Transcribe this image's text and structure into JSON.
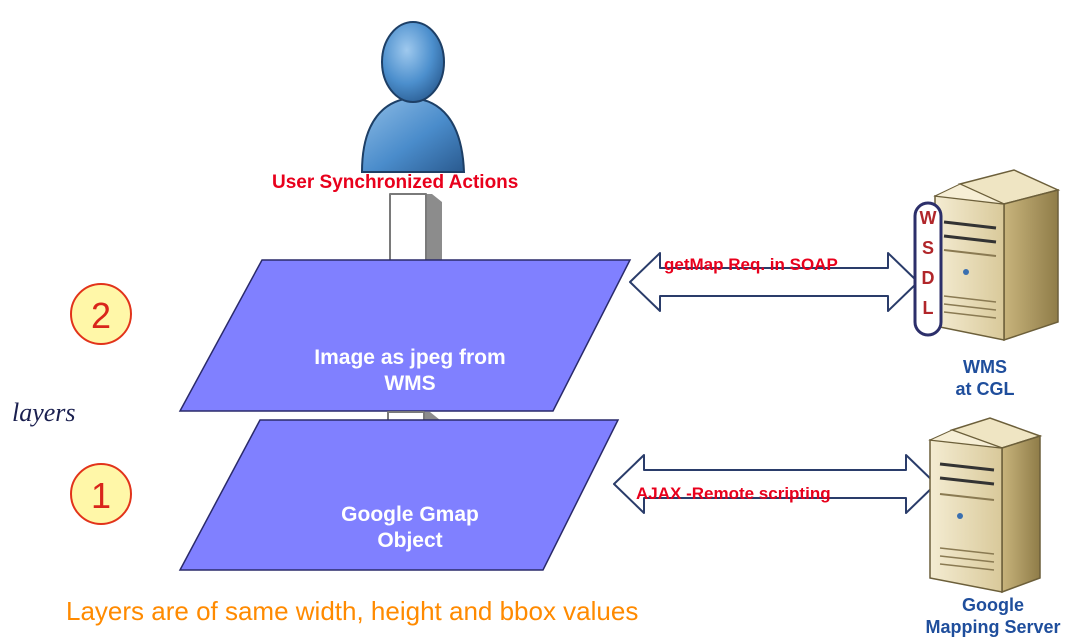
{
  "user": {
    "label": "User Synchronized Actions"
  },
  "layers": {
    "top": {
      "number": "2",
      "label": "Image as jpeg from WMS",
      "line1": "Image as jpeg from",
      "line2": "WMS"
    },
    "bottom": {
      "number": "1",
      "label": "Google Gmap Object",
      "line1": "Google Gmap",
      "line2": "Object"
    },
    "caption": "layers",
    "fill_color": "#8080ff"
  },
  "connections": {
    "wms": "getMap Req. in SOAP",
    "google": "AJAX -Remote scripting"
  },
  "servers": {
    "wms": {
      "line1": "WMS",
      "line2": "at CGL",
      "interface_letters": [
        "W",
        "S",
        "D",
        "L"
      ]
    },
    "google": {
      "line1": "Google",
      "line2": "Mapping Server"
    }
  },
  "footer": "Layers are of same width, height and bbox values"
}
